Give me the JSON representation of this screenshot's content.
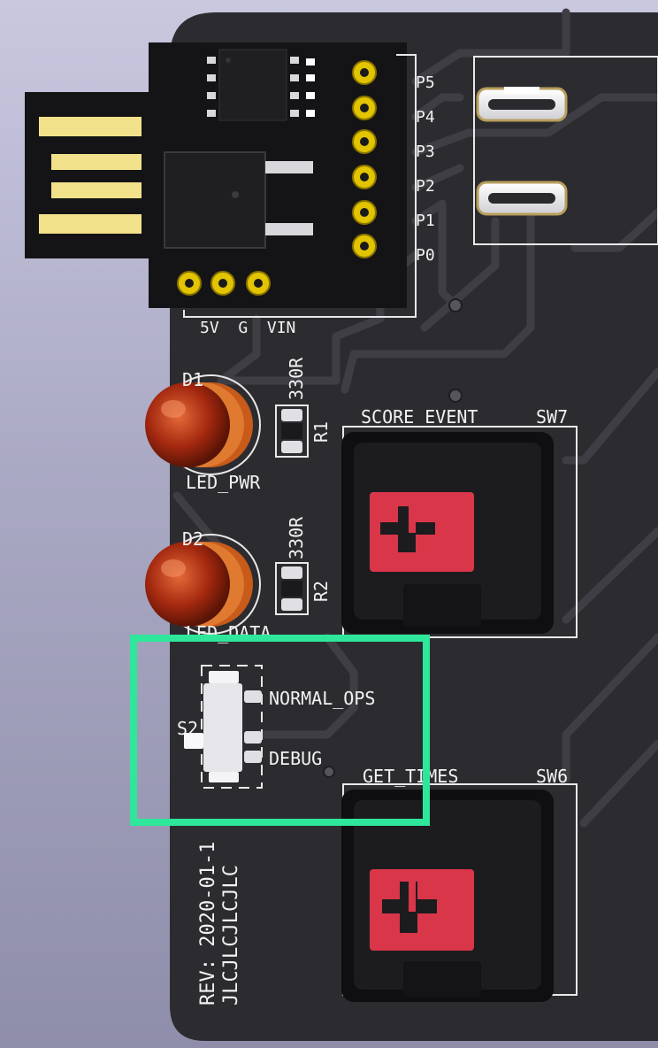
{
  "board": {
    "pin_labels": [
      "P5",
      "P4",
      "P3",
      "P2",
      "P1",
      "P0"
    ],
    "power_labels": "5V  G  VIN",
    "d1": {
      "ref": "D1",
      "name": "LED_PWR"
    },
    "d2": {
      "ref": "D2",
      "name": "LED_DATA"
    },
    "r1": {
      "ref": "R1",
      "value": "330R"
    },
    "r2": {
      "ref": "R2",
      "value": "330R"
    },
    "sw7": {
      "ref": "SW7",
      "name": "SCORE_EVENT"
    },
    "sw6": {
      "ref": "SW6",
      "name": "GET_TIMES"
    },
    "s2": {
      "ref": "S2",
      "opt1": "NORMAL_OPS",
      "opt2": "DEBUG"
    },
    "rev_line1": "REV: 2020-01-1",
    "rev_line2": "JLCJLCJLCJLC"
  },
  "colors": {
    "board": "#2c2c30",
    "trace": "#3e3e44",
    "silkscreen": "#f2f2f2",
    "gold": "#e2c400",
    "keycap": "#d9364a",
    "highlight": "#2ee79b"
  }
}
